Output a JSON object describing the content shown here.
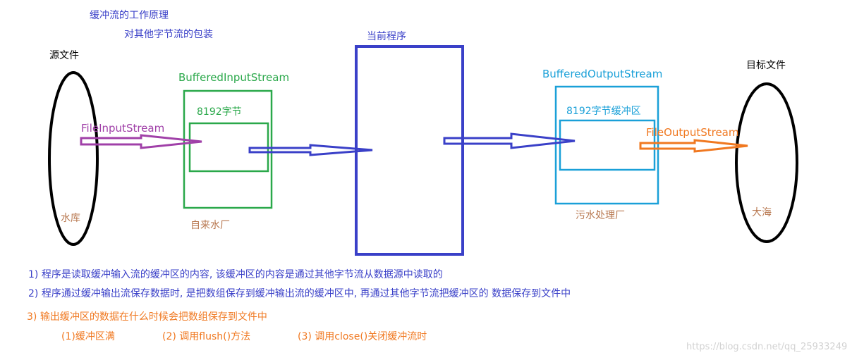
{
  "title": {
    "line1": "缓冲流的工作原理",
    "line2": "对其他字节流的包装"
  },
  "current_program": "当前程序",
  "source": {
    "label": "源文件",
    "inner": "水库",
    "stream": "FileInputStream"
  },
  "input_buffer": {
    "class_name": "BufferedInputStream",
    "buffer_label": "8192字节",
    "caption": "自来水厂"
  },
  "output_buffer": {
    "class_name": "BufferedOutputStream",
    "buffer_label": "8192字节缓冲区",
    "caption": "污水处理厂"
  },
  "target": {
    "label": "目标文件",
    "inner": "大海",
    "stream": "FileOutputStream"
  },
  "notes": [
    "1) 程序是读取缓冲输入流的缓冲区的内容, 该缓冲区的内容是通过其他字节流从数据源中读取的",
    "2) 程序通过缓冲输出流保存数据时, 是把数组保存到缓冲输出流的缓冲区中, 再通过其他字节流把缓冲区的 数据保存到文件中",
    "3) 输出缓冲区的数据在什么时候会把数组保存到文件中"
  ],
  "flush_conditions": [
    "(1)缓冲区满",
    "(2) 调用flush()方法",
    "(3) 调用close()关闭缓冲流时"
  ],
  "watermark": "https://blog.csdn.net/qq_25933249",
  "colors": {
    "blue": "#3a40c8",
    "purple": "#a040a8",
    "green": "#2aa84a",
    "cyan": "#1aa0d8",
    "orange": "#f07820",
    "brown": "#b87850",
    "black": "#000000"
  }
}
